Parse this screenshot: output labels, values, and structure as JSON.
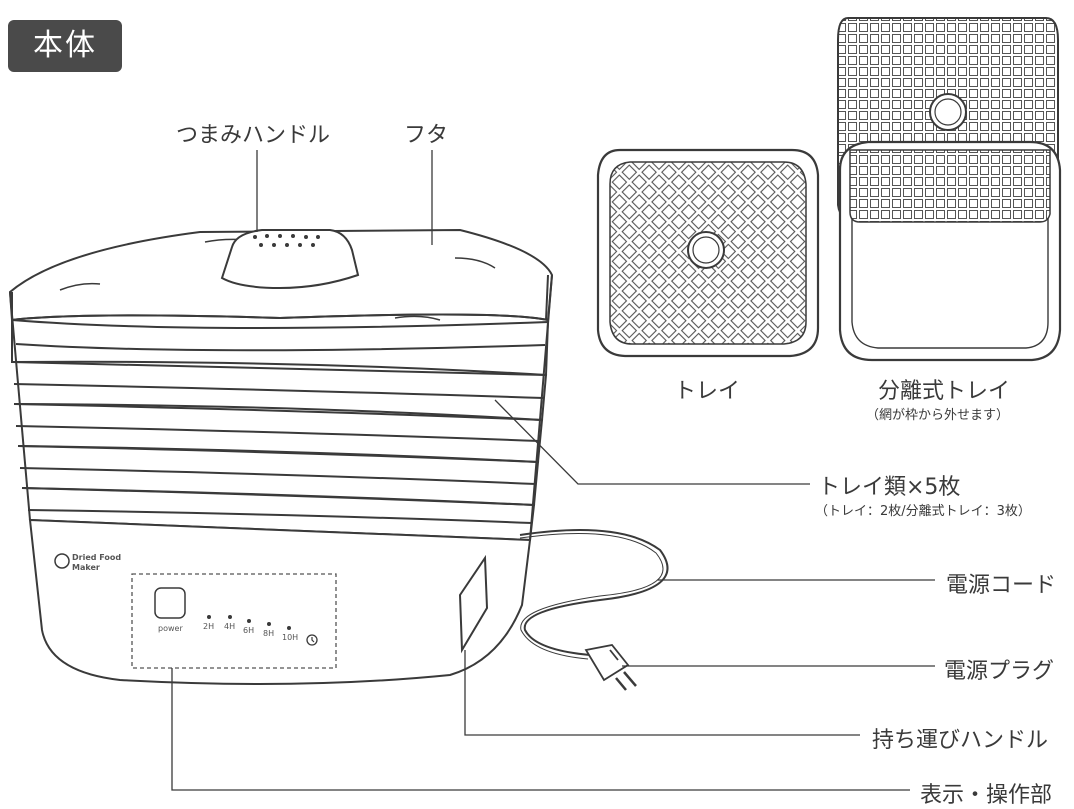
{
  "section_title": "本体",
  "callouts": {
    "knob": "つまみハンドル",
    "lid": "フタ",
    "trays": "トレイ類×5枚",
    "trays_note": "（トレイ：2枚/分離式トレイ：3枚）",
    "cord": "電源コード",
    "plug": "電源プラグ",
    "carry_handle": "持ち運びハンドル",
    "control_panel": "表示・操作部"
  },
  "tray_views": {
    "tray": "トレイ",
    "separable_tray": "分離式トレイ",
    "separable_note": "（網が枠から外せます）"
  },
  "device": {
    "brand_line1": "Dried Food",
    "brand_line2": "Maker",
    "power_label": "power",
    "timers": [
      "2H",
      "4H",
      "6H",
      "8H",
      "10H"
    ]
  },
  "colors": {
    "line": "#3a3a3a",
    "badge_bg": "#4a4a4a"
  }
}
